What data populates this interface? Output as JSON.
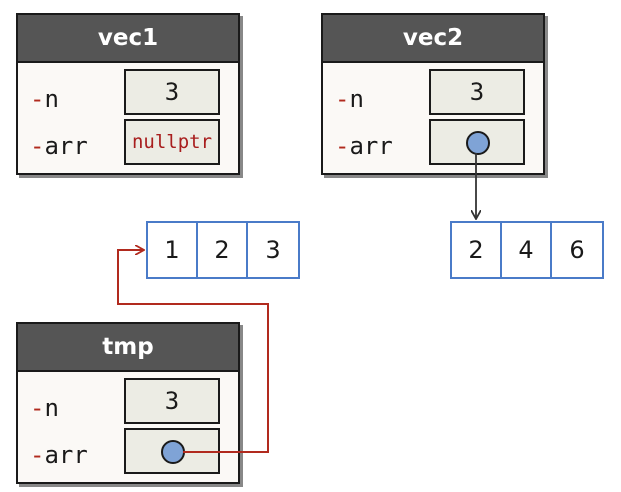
{
  "vec1": {
    "title": "vec1",
    "n_label": "n",
    "arr_label": "arr",
    "n_value": "3",
    "arr_value": "nullptr"
  },
  "vec2": {
    "title": "vec2",
    "n_label": "n",
    "arr_label": "arr",
    "n_value": "3",
    "arr_value_icon": "pointer-dot-icon"
  },
  "tmp": {
    "title": "tmp",
    "n_label": "n",
    "arr_label": "arr",
    "n_value": "3",
    "arr_value_icon": "pointer-dot-icon"
  },
  "array_a": [
    "1",
    "2",
    "3"
  ],
  "array_b": [
    "2",
    "4",
    "6"
  ],
  "colors": {
    "header": "#555555",
    "array_border": "#4a7bc8",
    "pointer_dot": "#7fa3d6",
    "tmp_link": "#b12a1e",
    "vec2_link": "#333333",
    "nullptr_text": "#a81e1e"
  }
}
